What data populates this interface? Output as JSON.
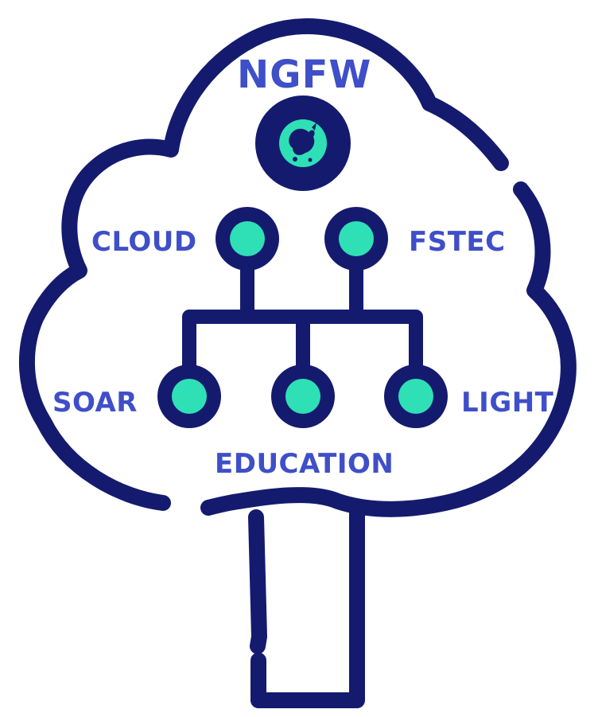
{
  "labels": {
    "ngfw": "NGFW",
    "cloud": "CLOUD",
    "fstec": "FSTEC",
    "soar": "SOAR",
    "light": "LIGHT",
    "education": "EDUCATION"
  },
  "colors": {
    "outline": "#141b6e",
    "node_fill": "#2fe0b6",
    "label_text": "#3f4fc8",
    "background": "#ffffff"
  },
  "icons": {
    "logo": "griffin-emblem-icon"
  }
}
